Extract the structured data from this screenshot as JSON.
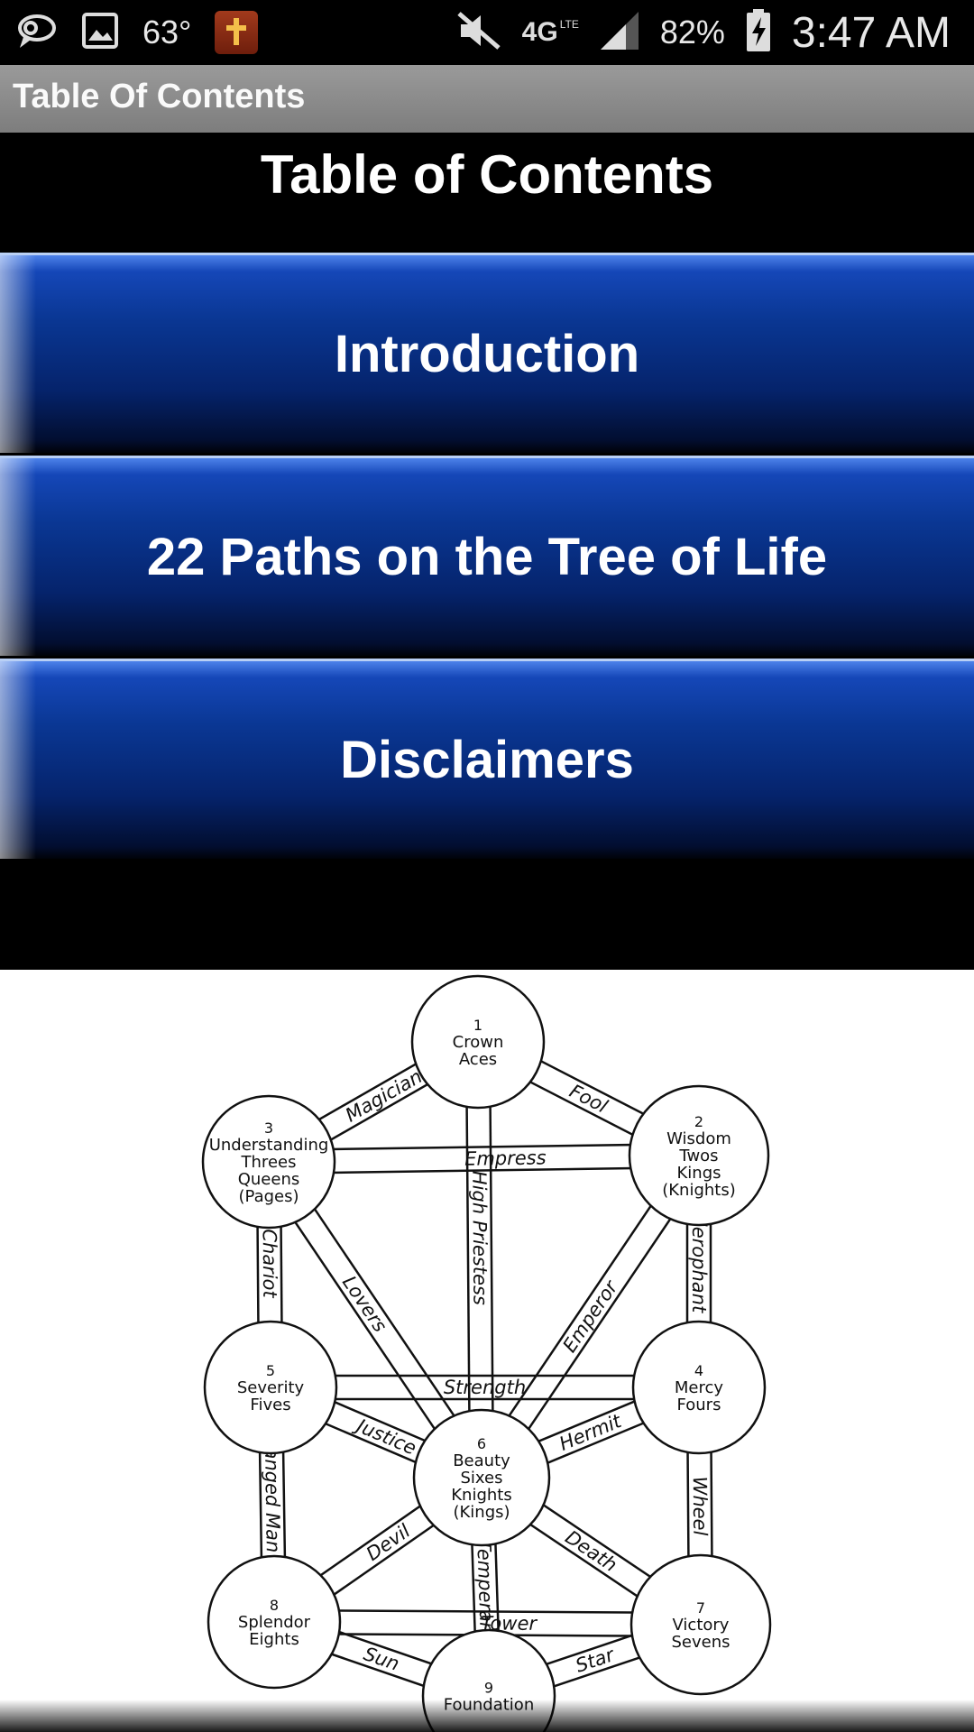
{
  "status_bar": {
    "temperature": "63°",
    "network": "4G",
    "network_sub": "LTE",
    "battery": "82%",
    "time": "3:47 AM",
    "icons": [
      "chat-icon",
      "gallery-icon",
      "bible-app-icon",
      "mute-icon",
      "4g-lte-icon",
      "signal-icon",
      "battery-charging-icon"
    ]
  },
  "action_bar": {
    "title": "Table Of Contents"
  },
  "page": {
    "heading": "Table of Contents",
    "menu": [
      {
        "label": "Introduction"
      },
      {
        "label": "22 Paths on the Tree of Life"
      },
      {
        "label": "Disclaimers"
      }
    ]
  },
  "tree": {
    "sephirot": [
      {
        "lines": [
          "1",
          "Crown",
          "Aces"
        ]
      },
      {
        "lines": [
          "2",
          "Wisdom",
          "Twos",
          "Kings",
          "(Knights)"
        ]
      },
      {
        "lines": [
          "3",
          "Understanding",
          "Threes",
          "Queens",
          "(Pages)"
        ]
      },
      {
        "lines": [
          "4",
          "Mercy",
          "Fours"
        ]
      },
      {
        "lines": [
          "5",
          "Severity",
          "Fives"
        ]
      },
      {
        "lines": [
          "6",
          "Beauty",
          "Sixes",
          "Knights",
          "(Kings)"
        ]
      },
      {
        "lines": [
          "7",
          "Victory",
          "Sevens"
        ]
      },
      {
        "lines": [
          "8",
          "Splendor",
          "Eights"
        ]
      },
      {
        "lines": [
          "9",
          "Foundation"
        ]
      }
    ],
    "paths": [
      "Magician",
      "Fool",
      "Empress",
      "High Priestess",
      "Hierophant",
      "Chariot",
      "Lovers",
      "Emperor",
      "Strength",
      "Justice",
      "Hermit",
      "Hanged Man",
      "Wheel",
      "Devil",
      "Temperance",
      "Death",
      "Tower",
      "Sun",
      "Star"
    ]
  }
}
